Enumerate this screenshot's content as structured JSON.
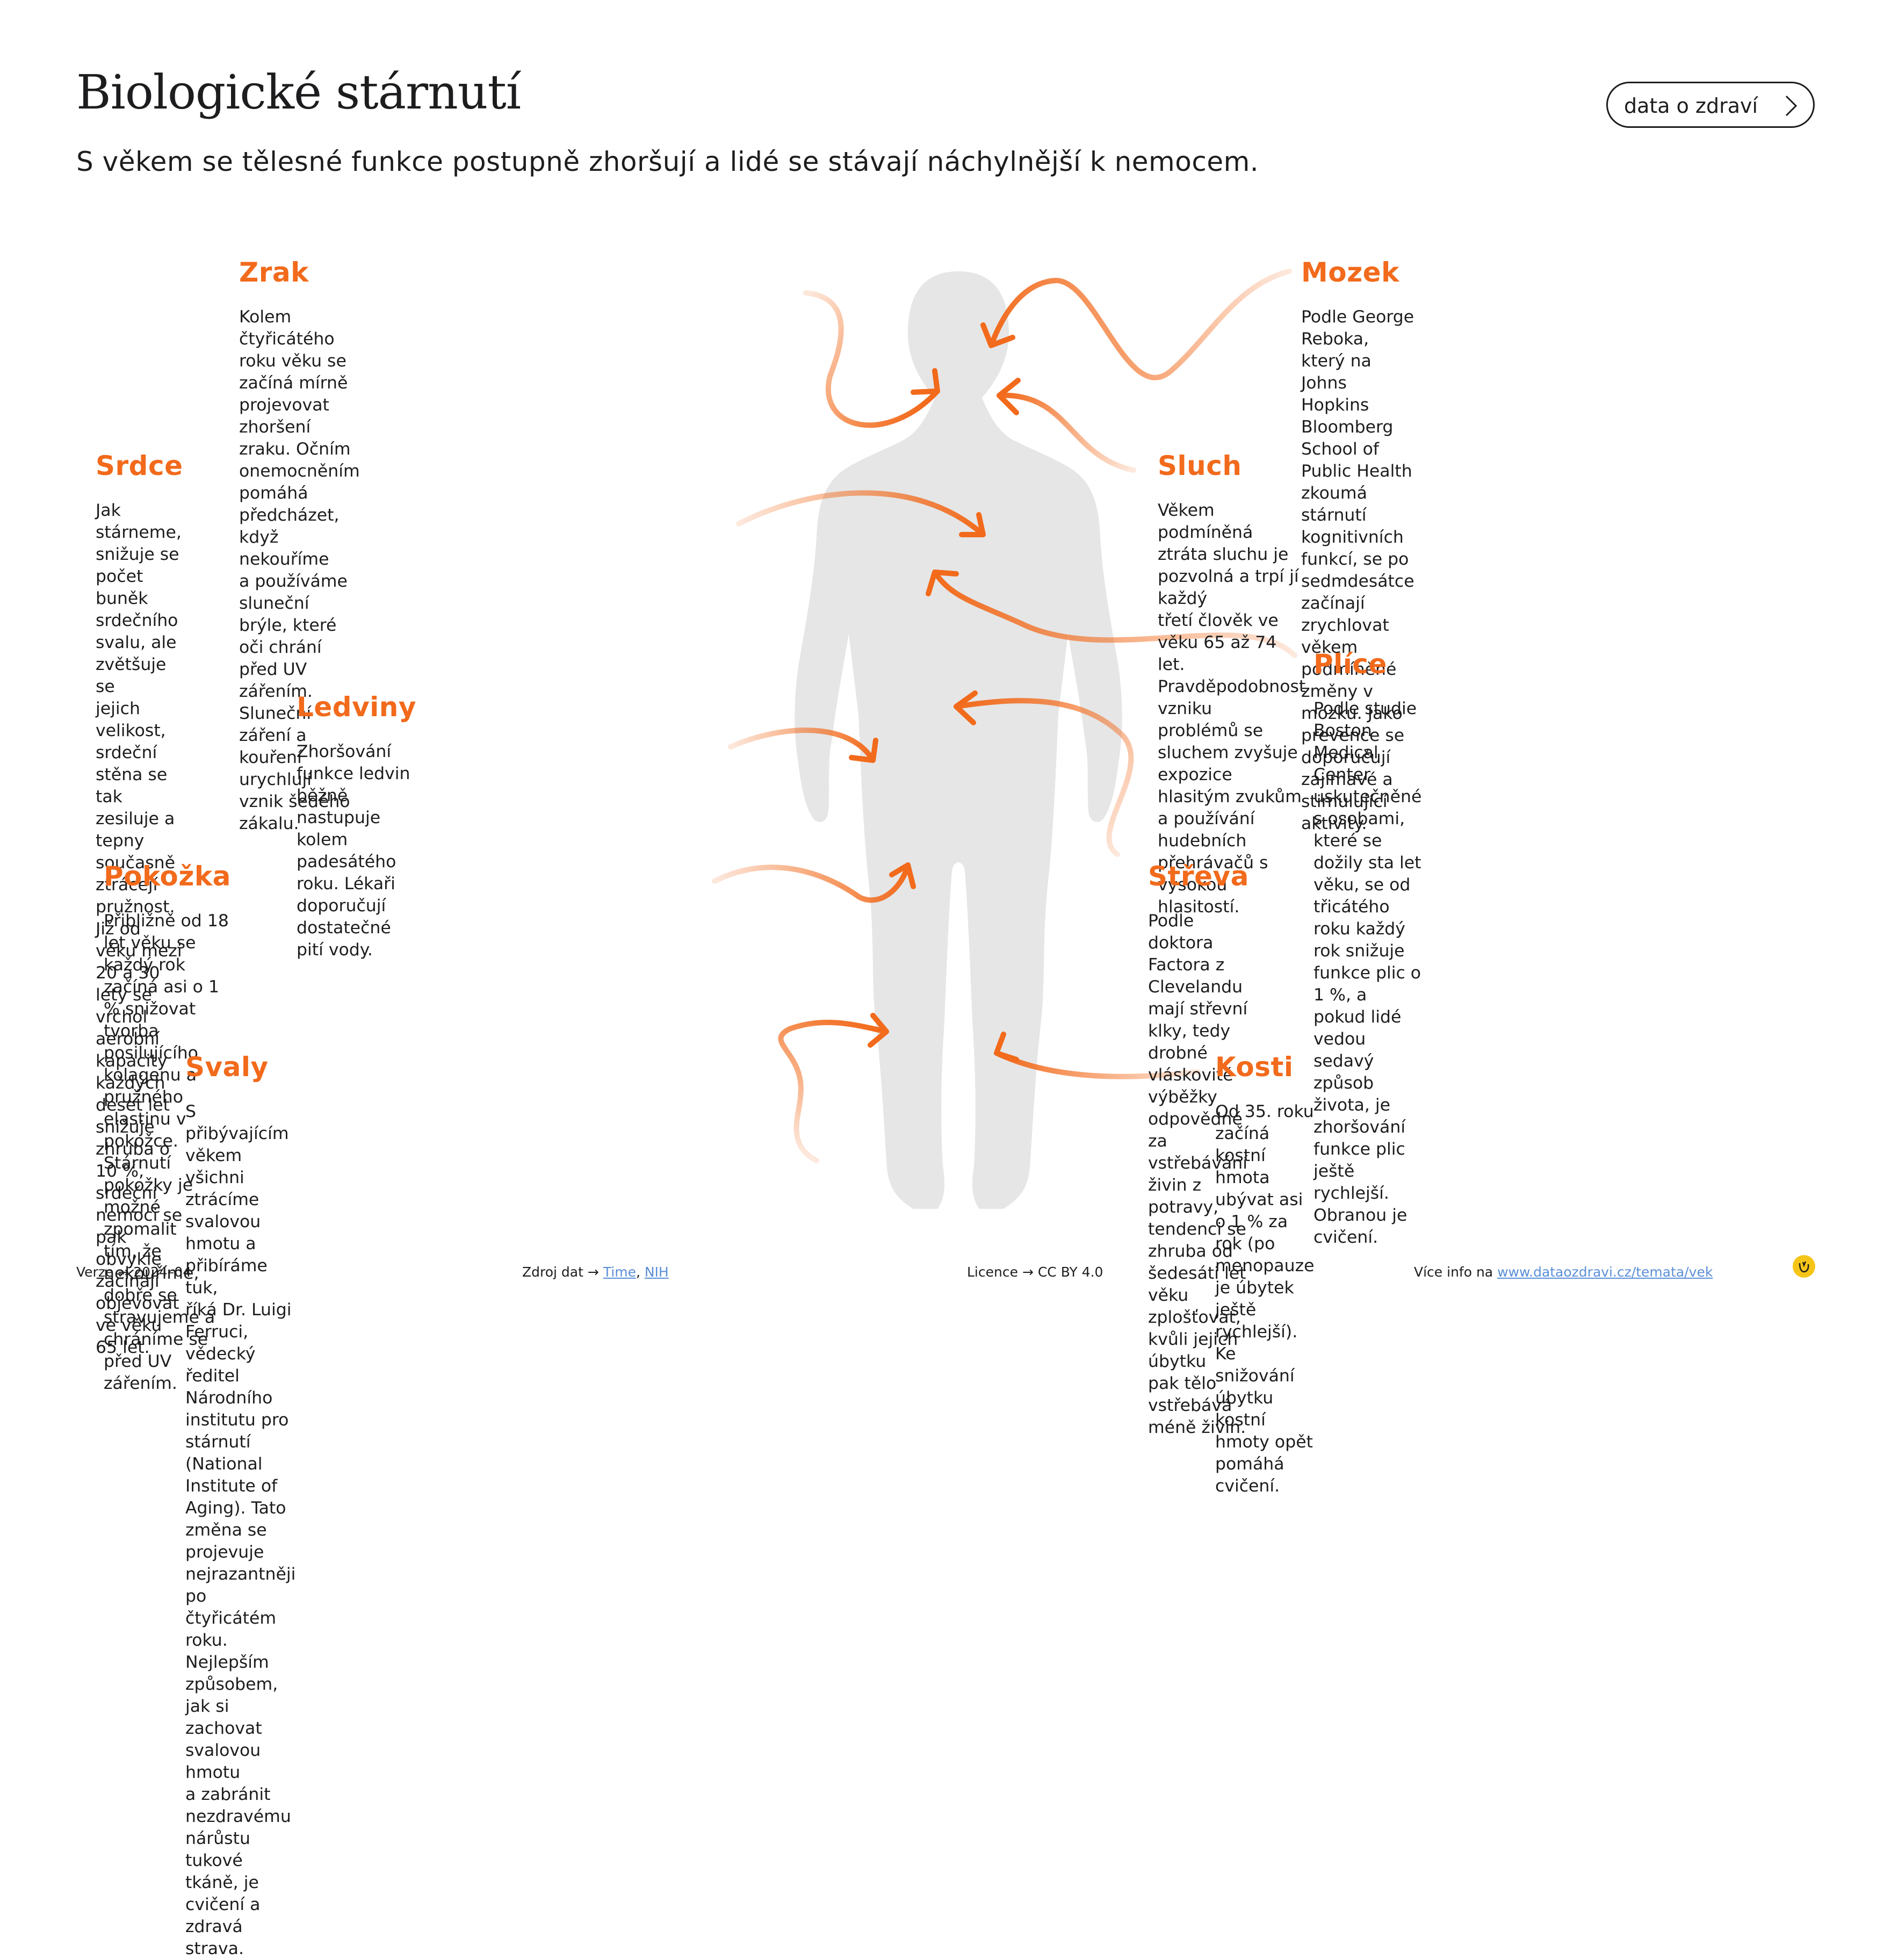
{
  "header": {
    "title": "Biologické stárnutí",
    "subtitle": "S věkem se tělesné funkce postupně zhoršují a lidé se stávají náchylnější k nemocem.",
    "badge_label": "data o zdraví",
    "badge_icon": "chevron-right-icon"
  },
  "organs": {
    "zrak": {
      "title": "Zrak",
      "lines": [
        "Kolem čtyřicátého roku věku se začíná mírně projevovat zhoršení",
        "zraku. Očním onemocněním pomáhá předcházet, když nekouříme",
        "a používáme sluneční brýle, které oči chrání před UV zářením.",
        "Sluneční záření a kouření urychlují vznik šedého zákalu."
      ]
    },
    "mozek": {
      "title": "Mozek",
      "lines": [
        "Podle George Reboka, který na Johns Hopkins Bloomberg",
        "School of Public Health zkoumá stárnutí kognitivních",
        "funkcí, se po sedmdesátce začínají zrychlovat věkem",
        "podmíněné změny v mozku. Jako prevence se doporučují",
        "zajímavé a stimulující aktivity."
      ]
    },
    "srdce": {
      "title": "Srdce",
      "lines": [
        "Jak stárneme, snižuje se počet buněk srdečního svalu, ale zvětšuje se",
        "jejich velikost, srdeční stěna se tak zesiluje a tepny současně ztrácejí",
        "pružnost. Již od věku mezi 20 a 30 lety se vrchol aerobní kapacity",
        "každých deset let snižuje zhruba o 10 %, srdeční nemoci se pak",
        "obvykle začínají objevovat ve věku 65 let."
      ]
    },
    "sluch": {
      "title": "Sluch",
      "lines": [
        "Věkem podmíněná ztráta sluchu je pozvolná a trpí jí každý",
        "třetí člověk ve věku 65 až 74 let. Pravděpodobnost vzniku",
        "problémů se sluchem zvyšuje expozice hlasitým zvukům",
        "a používání hudebních přehrávačů s vysokou hlasitostí."
      ]
    },
    "plice": {
      "title": "Plíce",
      "lines": [
        "Podle studie Boston Medical Center uskutečněné",
        "s osobami, které se dožily sta let věku, se od třicátého",
        "roku každý rok snižuje funkce plic o 1 %, a pokud lidé vedou",
        "sedavý způsob života, je zhoršování funkce plic ještě",
        "rychlejší. Obranou je cvičení."
      ]
    },
    "ledviny": {
      "title": "Ledviny",
      "lines": [
        "Zhoršování funkce ledvin běžně nastupuje kolem",
        "padesátého roku. Lékaři doporučují dostatečné",
        "pití vody."
      ]
    },
    "pokozka": {
      "title": "Pokožka",
      "lines": [
        "Přibližně od 18 let věku se každý rok začíná asi o 1 % snižovat tvorba posilujícího",
        "kolagenu a pružného elastinu v pokožce. Stárnutí pokožky je možné zpomalit",
        "tím, že nekouříme, dobře se stravujeme a chráníme se před UV zářením."
      ]
    },
    "streva": {
      "title": "Střeva",
      "lines": [
        "Podle doktora Factora z Clevelandu mají střevní klky, tedy drobné",
        "vláskovité výběžky odpovědné za vstřebávání živin z potravy,",
        "tendenci se zhruba od šedesáti let věku zplošťovat, kvůli jejich úbytku",
        "pak tělo vstřebává méně živin."
      ]
    },
    "svaly": {
      "title": "Svaly",
      "lines": [
        "S přibývajícím věkem všichni ztrácíme svalovou hmotu a přibíráme tuk,",
        "říká Dr. Luigi Ferruci, vědecký ředitel Národního institutu pro stárnutí",
        "(National Institute of Aging). Tato změna se projevuje nejrazantněji po",
        "čtyřicátém roku. Nejlepším způsobem, jak si zachovat svalovou hmotu",
        "a zabránit nezdravému nárůstu tukové tkáně, je cvičení a zdravá strava."
      ]
    },
    "kosti": {
      "title": "Kosti",
      "lines": [
        "Od 35. roku začíná kostní hmota ubývat asi o 1 % za rok (po",
        "menopauze je úbytek ještě rychlejší). Ke snižování úbytku",
        "kostní hmoty opět pomáhá cvičení."
      ]
    }
  },
  "footer": {
    "version_label": "Verze",
    "version_value": "2024–04",
    "source_label": "Zdroj dat",
    "source_link_1": "Time",
    "source_sep": ", ",
    "source_link_2": "NIH",
    "license_label": "Licence",
    "license_value": "CC BY 4.0",
    "more_label": "Více info na ",
    "more_link": "www.dataozdravi.cz/temata/vek",
    "arrow": "→"
  },
  "colors": {
    "accent": "#f26a1b",
    "accent_light": "#fbd6bd",
    "silhouette": "#e6e6e6",
    "text": "#1d1d1f",
    "link": "#5b8fd8",
    "logo": "#f5c518"
  },
  "icons": [
    "chevron-right-icon",
    "human-silhouette",
    "arrow-icon",
    "logo-icon"
  ]
}
